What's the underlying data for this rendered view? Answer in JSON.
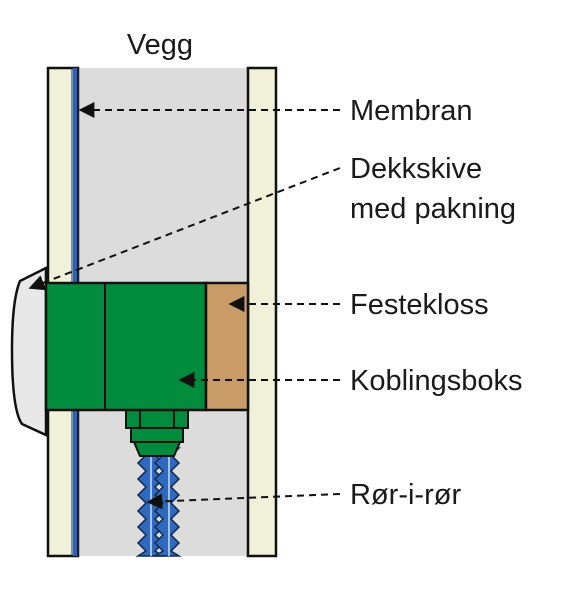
{
  "diagram": {
    "title": "Vegg",
    "labels": {
      "membrane": "Membran",
      "cover_plate_line1": "Dekkskive",
      "cover_plate_line2": "med pakning",
      "mounting_block": "Festekloss",
      "junction_box": "Koblingsboks",
      "pipe_in_pipe": "Rør-i-rør"
    },
    "colors": {
      "wall_board": "#f1f0d8",
      "wall_cavity": "#dcdcdc",
      "membrane": "#2b62b8",
      "junction_box": "#008c3c",
      "mounting_block": "#c99b66",
      "cover_plate": "#e8e8e8",
      "pipe": "#2f69bd"
    }
  }
}
